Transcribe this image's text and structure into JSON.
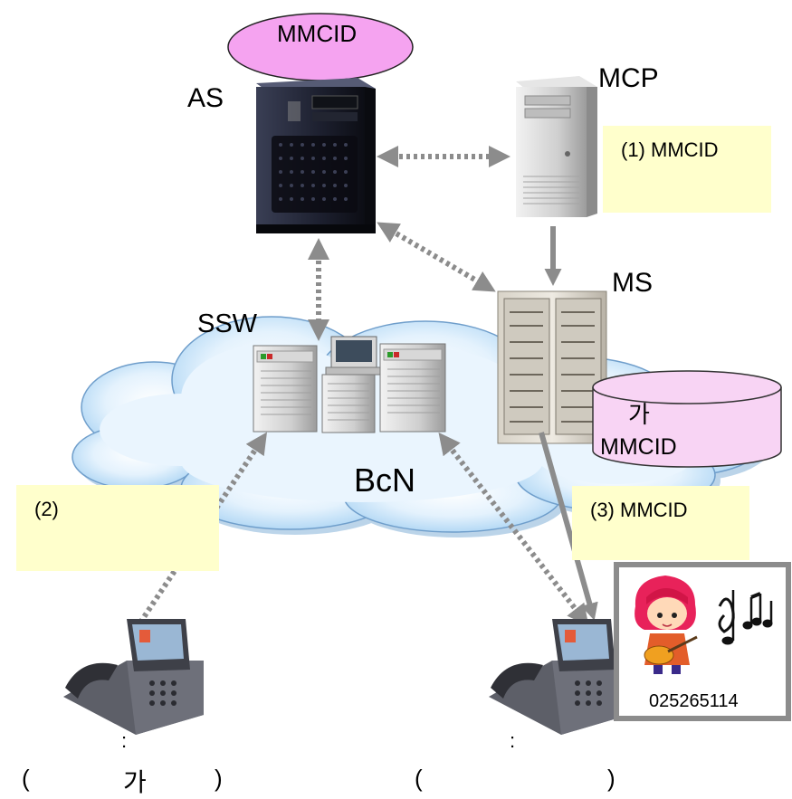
{
  "nodes": {
    "as": "AS",
    "mcp": "MCP",
    "ms": "MS",
    "ssw": "SSW",
    "bcn": "BcN"
  },
  "ellipse_label": "MMCID",
  "notes": {
    "n1": "(1) MMCID",
    "n2": "(2)",
    "n3": "(3) MMCID"
  },
  "db": {
    "line1": "가",
    "line2": "MMCID"
  },
  "callee_card": {
    "number": "025265114"
  },
  "caller": {
    "colon": ":",
    "paren_open": "(",
    "text": "가",
    "paren_close": ")"
  },
  "callee": {
    "colon": ":",
    "paren_open": "(",
    "paren_close": ")"
  },
  "colors": {
    "note_bg": "#ffffcc",
    "ellipse_fill": "#f5a3f0",
    "db_fill": "#f8d4f4",
    "arrow": "#8c8c8c",
    "cloud": "#cfe8fb"
  }
}
